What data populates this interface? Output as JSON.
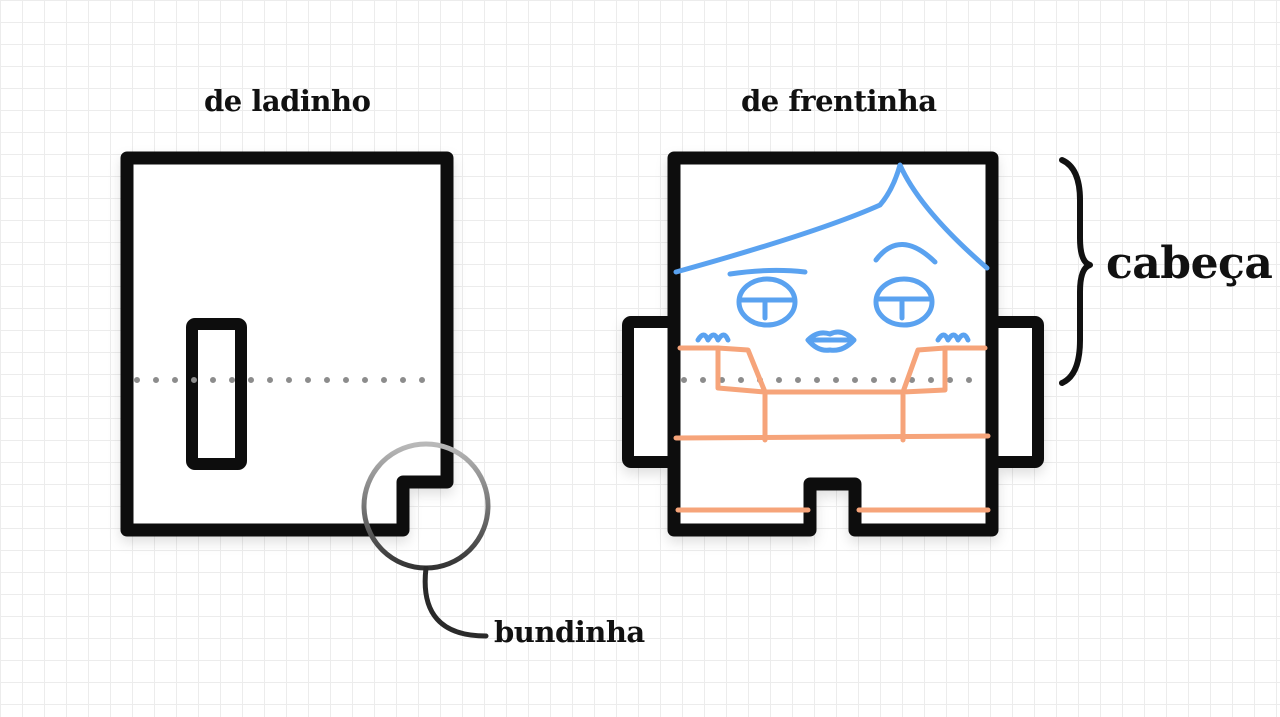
{
  "labels": {
    "side_view": "de ladinho",
    "front_view": "de frentinha",
    "butt": "bundinha",
    "head": "cabeça"
  },
  "colors": {
    "outline": "#111111",
    "dots": "#8c8c8c",
    "face": "#5aa2f0",
    "body": "#f6a47a",
    "circle_stroke": "#8a8a8a",
    "grid": "#ececec"
  }
}
